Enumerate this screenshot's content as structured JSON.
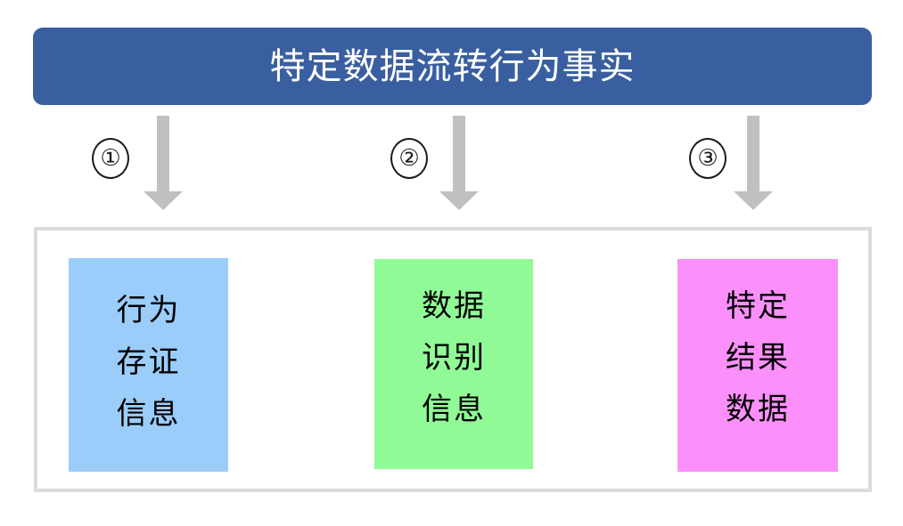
{
  "header": {
    "title": "特定数据流转行为事实",
    "background_color": "#3a5fa0",
    "text_color": "#ffffff"
  },
  "steps": [
    {
      "marker": "①",
      "arrow_icon": "down-arrow-icon",
      "arrow_color": "#c0c0c0"
    },
    {
      "marker": "②",
      "arrow_icon": "down-arrow-icon",
      "arrow_color": "#c0c0c0"
    },
    {
      "marker": "③",
      "arrow_icon": "down-arrow-icon",
      "arrow_color": "#c0c0c0"
    }
  ],
  "container": {
    "border_color": "#dcdcdc",
    "background_color": "#ffffff"
  },
  "categories": [
    {
      "name": "行为存证信息",
      "color": "#9bcdfb",
      "lines": [
        "行为",
        "存证",
        "信息"
      ]
    },
    {
      "name": "数据识别信息",
      "color": "#90fb96",
      "lines": [
        "数据",
        "识别",
        "信息"
      ]
    },
    {
      "name": "特定结果数据",
      "color": "#fc90fb",
      "lines": [
        "特定",
        "结果",
        "数据"
      ]
    }
  ]
}
